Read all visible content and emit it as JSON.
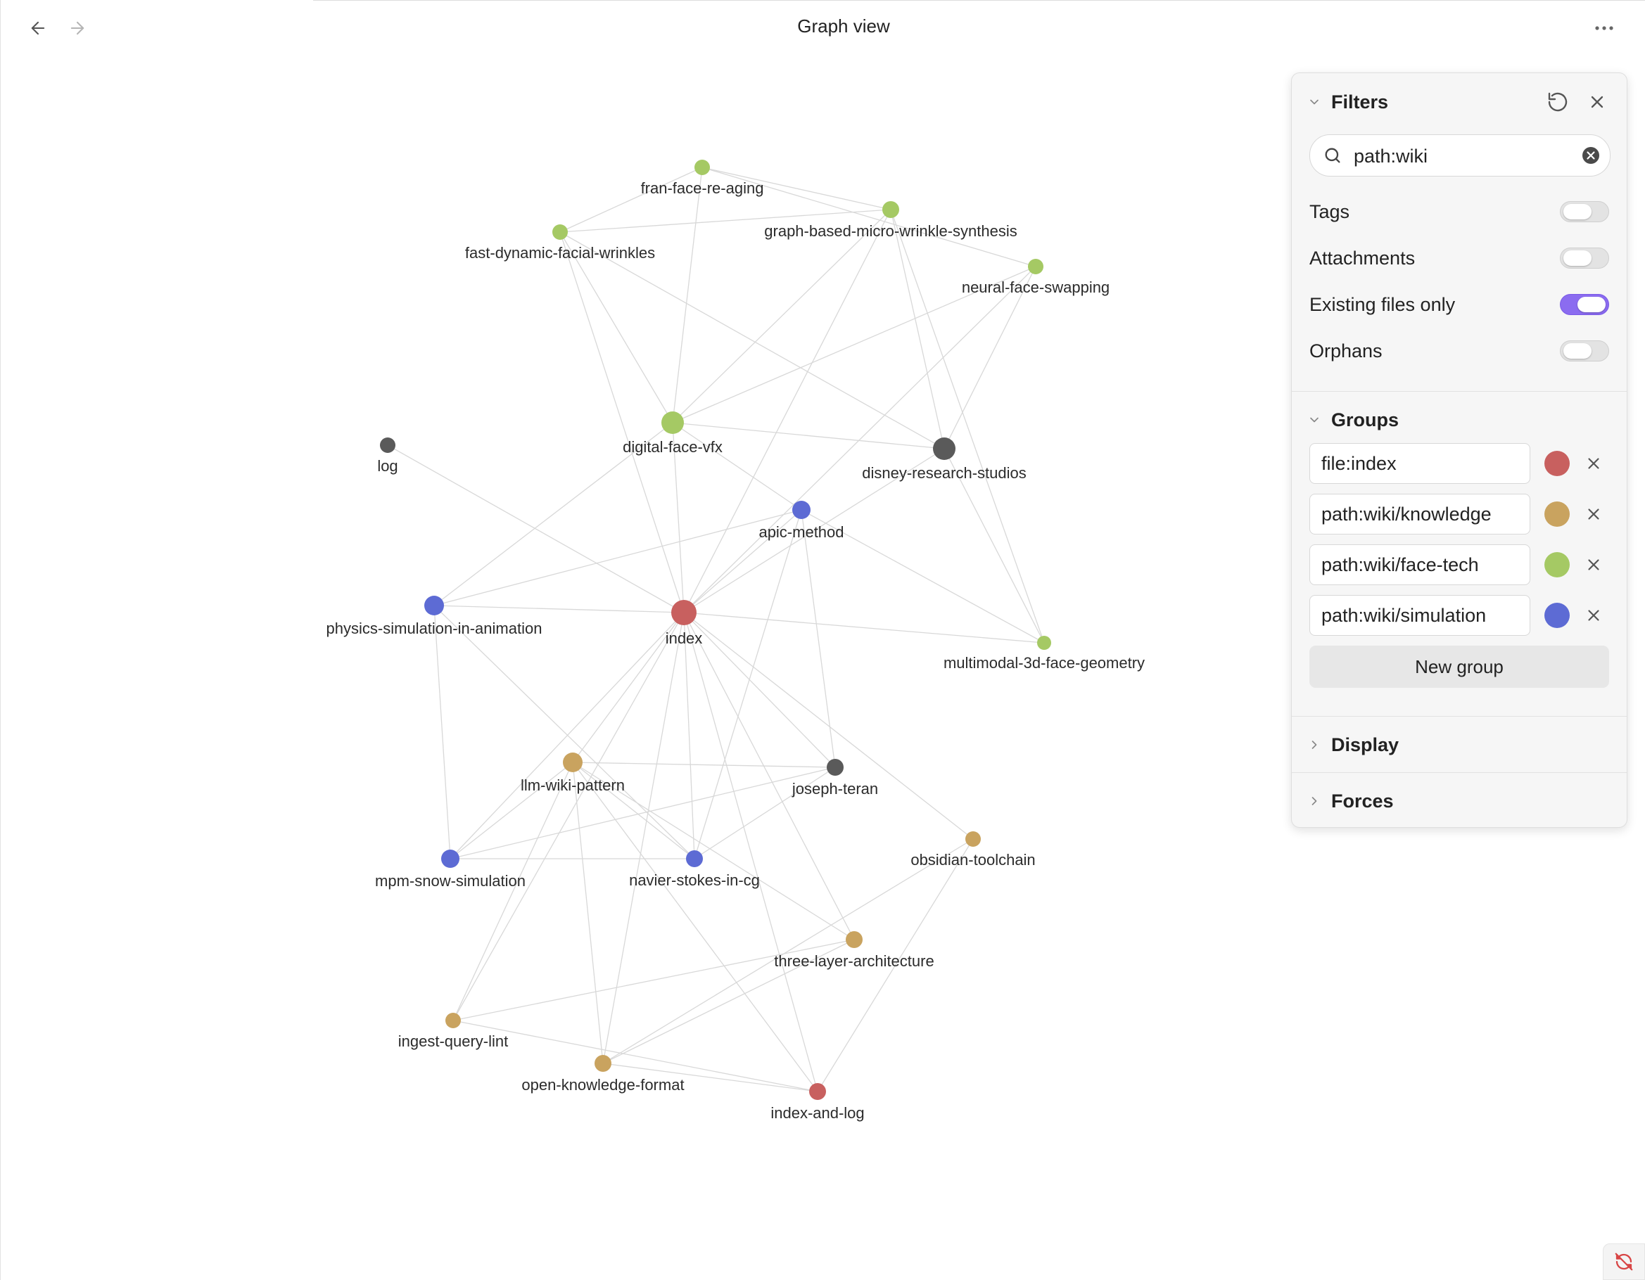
{
  "header": {
    "title": "Graph view",
    "back_icon": "arrow-left-icon",
    "forward_icon": "arrow-right-icon",
    "more_icon": "more-horizontal-icon"
  },
  "graph": {
    "colors": {
      "index": "#c8605f",
      "knowledge": "#c9a35f",
      "face_tech": "#a5c964",
      "simulation": "#5d6bd4",
      "other": "#5a5a5a",
      "edge": "#d8d8d8"
    },
    "nodes": [
      {
        "id": "fran-face-re-aging",
        "group": "face_tech"
      },
      {
        "id": "graph-based-micro-wrinkle-synthesis",
        "group": "face_tech"
      },
      {
        "id": "fast-dynamic-facial-wrinkles",
        "group": "face_tech"
      },
      {
        "id": "neural-face-swapping",
        "group": "face_tech"
      },
      {
        "id": "digital-face-vfx",
        "group": "face_tech"
      },
      {
        "id": "disney-research-studios",
        "group": "other"
      },
      {
        "id": "log",
        "group": "other"
      },
      {
        "id": "apic-method",
        "group": "simulation"
      },
      {
        "id": "physics-simulation-in-animation",
        "group": "simulation"
      },
      {
        "id": "index",
        "group": "index"
      },
      {
        "id": "multimodal-3d-face-geometry",
        "group": "face_tech"
      },
      {
        "id": "llm-wiki-pattern",
        "group": "knowledge"
      },
      {
        "id": "joseph-teran",
        "group": "other"
      },
      {
        "id": "obsidian-toolchain",
        "group": "knowledge"
      },
      {
        "id": "mpm-snow-simulation",
        "group": "simulation"
      },
      {
        "id": "navier-stokes-in-cg",
        "group": "simulation"
      },
      {
        "id": "three-layer-architecture",
        "group": "knowledge"
      },
      {
        "id": "ingest-query-lint",
        "group": "knowledge"
      },
      {
        "id": "open-knowledge-format",
        "group": "knowledge"
      },
      {
        "id": "index-and-log",
        "group": "index"
      }
    ],
    "edges": [
      [
        "fran-face-re-aging",
        "graph-based-micro-wrinkle-synthesis"
      ],
      [
        "fran-face-re-aging",
        "fast-dynamic-facial-wrinkles"
      ],
      [
        "fran-face-re-aging",
        "neural-face-swapping"
      ],
      [
        "fran-face-re-aging",
        "digital-face-vfx"
      ],
      [
        "fast-dynamic-facial-wrinkles",
        "graph-based-micro-wrinkle-synthesis"
      ],
      [
        "fast-dynamic-facial-wrinkles",
        "digital-face-vfx"
      ],
      [
        "fast-dynamic-facial-wrinkles",
        "index"
      ],
      [
        "fast-dynamic-facial-wrinkles",
        "disney-research-studios"
      ],
      [
        "graph-based-micro-wrinkle-synthesis",
        "digital-face-vfx"
      ],
      [
        "graph-based-micro-wrinkle-synthesis",
        "disney-research-studios"
      ],
      [
        "graph-based-micro-wrinkle-synthesis",
        "index"
      ],
      [
        "graph-based-micro-wrinkle-synthesis",
        "multimodal-3d-face-geometry"
      ],
      [
        "neural-face-swapping",
        "digital-face-vfx"
      ],
      [
        "neural-face-swapping",
        "disney-research-studios"
      ],
      [
        "neural-face-swapping",
        "index"
      ],
      [
        "digital-face-vfx",
        "disney-research-studios"
      ],
      [
        "digital-face-vfx",
        "index"
      ],
      [
        "digital-face-vfx",
        "physics-simulation-in-animation"
      ],
      [
        "digital-face-vfx",
        "apic-method"
      ],
      [
        "disney-research-studios",
        "multimodal-3d-face-geometry"
      ],
      [
        "disney-research-studios",
        "index"
      ],
      [
        "log",
        "index"
      ],
      [
        "apic-method",
        "index"
      ],
      [
        "apic-method",
        "physics-simulation-in-animation"
      ],
      [
        "apic-method",
        "joseph-teran"
      ],
      [
        "apic-method",
        "navier-stokes-in-cg"
      ],
      [
        "apic-method",
        "multimodal-3d-face-geometry"
      ],
      [
        "physics-simulation-in-animation",
        "index"
      ],
      [
        "physics-simulation-in-animation",
        "mpm-snow-simulation"
      ],
      [
        "physics-simulation-in-animation",
        "navier-stokes-in-cg"
      ],
      [
        "index",
        "multimodal-3d-face-geometry"
      ],
      [
        "index",
        "llm-wiki-pattern"
      ],
      [
        "index",
        "joseph-teran"
      ],
      [
        "index",
        "obsidian-toolchain"
      ],
      [
        "index",
        "mpm-snow-simulation"
      ],
      [
        "index",
        "navier-stokes-in-cg"
      ],
      [
        "index",
        "three-layer-architecture"
      ],
      [
        "index",
        "ingest-query-lint"
      ],
      [
        "index",
        "open-knowledge-format"
      ],
      [
        "index",
        "index-and-log"
      ],
      [
        "llm-wiki-pattern",
        "joseph-teran"
      ],
      [
        "llm-wiki-pattern",
        "mpm-snow-simulation"
      ],
      [
        "llm-wiki-pattern",
        "navier-stokes-in-cg"
      ],
      [
        "llm-wiki-pattern",
        "three-layer-architecture"
      ],
      [
        "llm-wiki-pattern",
        "ingest-query-lint"
      ],
      [
        "llm-wiki-pattern",
        "open-knowledge-format"
      ],
      [
        "llm-wiki-pattern",
        "index-and-log"
      ],
      [
        "joseph-teran",
        "mpm-snow-simulation"
      ],
      [
        "joseph-teran",
        "navier-stokes-in-cg"
      ],
      [
        "mpm-snow-simulation",
        "navier-stokes-in-cg"
      ],
      [
        "obsidian-toolchain",
        "open-knowledge-format"
      ],
      [
        "obsidian-toolchain",
        "index-and-log"
      ],
      [
        "three-layer-architecture",
        "ingest-query-lint"
      ],
      [
        "three-layer-architecture",
        "open-knowledge-format"
      ],
      [
        "ingest-query-lint",
        "index-and-log"
      ],
      [
        "open-knowledge-format",
        "index-and-log"
      ]
    ]
  },
  "filters": {
    "title": "Filters",
    "search_value": "path:wiki",
    "toggles": [
      {
        "label": "Tags",
        "on": false
      },
      {
        "label": "Attachments",
        "on": false
      },
      {
        "label": "Existing files only",
        "on": true
      },
      {
        "label": "Orphans",
        "on": false
      }
    ]
  },
  "groups": {
    "title": "Groups",
    "items": [
      {
        "query": "file:index",
        "color": "#c8605f"
      },
      {
        "query": "path:wiki/knowledge",
        "color": "#c9a35f"
      },
      {
        "query": "path:wiki/face-tech",
        "color": "#a5c964"
      },
      {
        "query": "path:wiki/simulation",
        "color": "#5d6bd4"
      }
    ],
    "new_group_label": "New group"
  },
  "display": {
    "title": "Display"
  },
  "forces": {
    "title": "Forces"
  }
}
